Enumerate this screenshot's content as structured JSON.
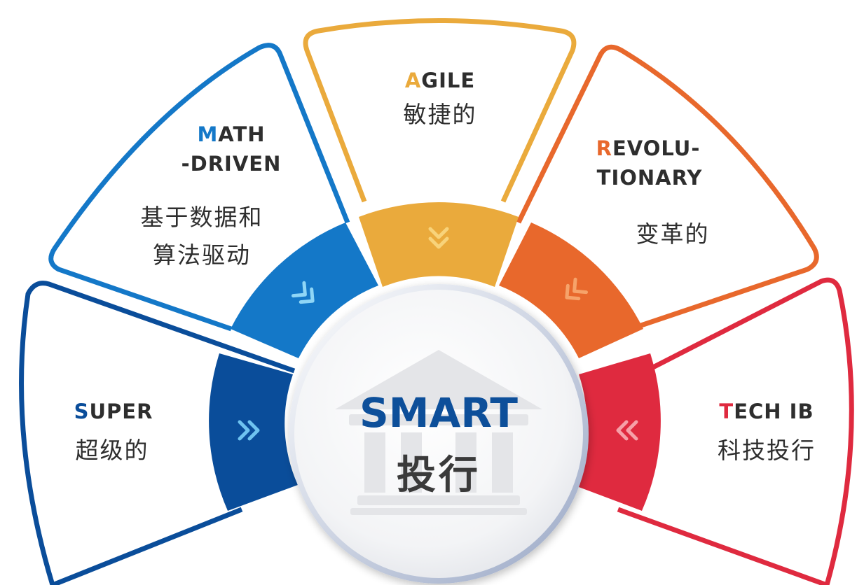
{
  "center": {
    "title_en": "SMART",
    "title_cn": "投行",
    "icon": "bank-building-icon"
  },
  "sectors": [
    {
      "id": "super",
      "initial": "S",
      "en_rest": "UPER",
      "en_line2": "",
      "cn_line1": "超级的",
      "cn_line2": "",
      "color": "#0a4d9a"
    },
    {
      "id": "math",
      "initial": "M",
      "en_rest": "ATH",
      "en_line2": "-DRIVEN",
      "cn_line1": "基于数据和",
      "cn_line2": "算法驱动",
      "color": "#1478c8"
    },
    {
      "id": "agile",
      "initial": "A",
      "en_rest": "GILE",
      "en_line2": "",
      "cn_line1": "敏捷的",
      "cn_line2": "",
      "color": "#eaaa3c"
    },
    {
      "id": "revolutionary",
      "initial": "R",
      "en_rest": "EVOLU-",
      "en_line2": "TIONARY",
      "cn_line1": "变革的",
      "cn_line2": "",
      "color": "#e8682c"
    },
    {
      "id": "tech",
      "initial": "T",
      "en_rest": "ECH IB",
      "en_line2": "",
      "cn_line1": "科技投行",
      "cn_line2": "",
      "color": "#df2a3f"
    }
  ]
}
